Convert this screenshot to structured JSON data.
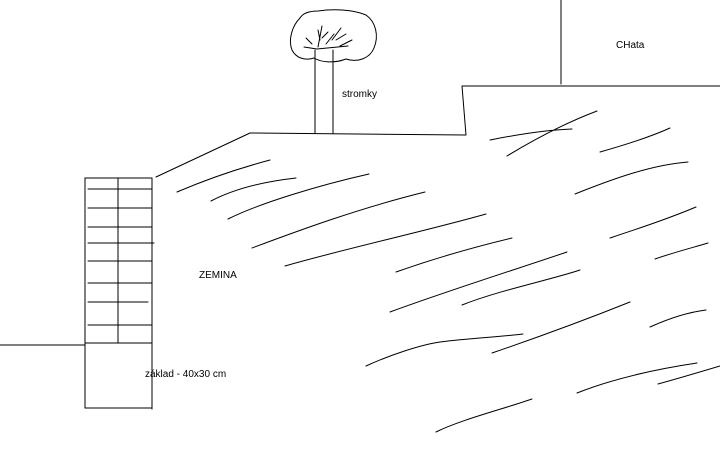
{
  "labels": {
    "tree": "stromky",
    "cabin": "CHata",
    "soil": "ZEMINA",
    "foundation": "základ - 40x30 cm"
  },
  "colors": {
    "stroke": "#000000",
    "background": "#ffffff"
  }
}
